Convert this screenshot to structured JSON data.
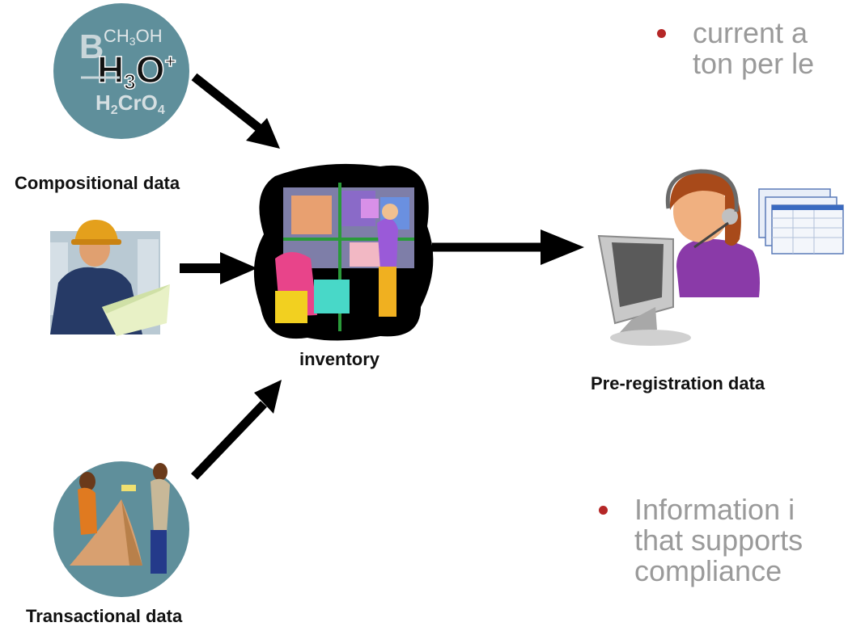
{
  "labels": {
    "compositional": "Compositional data",
    "inventory": "inventory",
    "transactional": "Transactional data",
    "preregistration": "Pre-registration data"
  },
  "bullets": {
    "top_line1": "current a",
    "top_line2": "ton per le",
    "bottom_line1": "Information i",
    "bottom_line2": "that supports",
    "bottom_line3": "compliance"
  },
  "formulas": {
    "b": "B",
    "ch3oh": "CH3OH",
    "h3o": "H3O+",
    "h2cro4": "H2CrO4"
  },
  "colors": {
    "bullet_dot": "#b52727",
    "bullet_text": "#9a9a9a",
    "circle_fill": "#5f8f9b",
    "arrow": "#000000"
  }
}
